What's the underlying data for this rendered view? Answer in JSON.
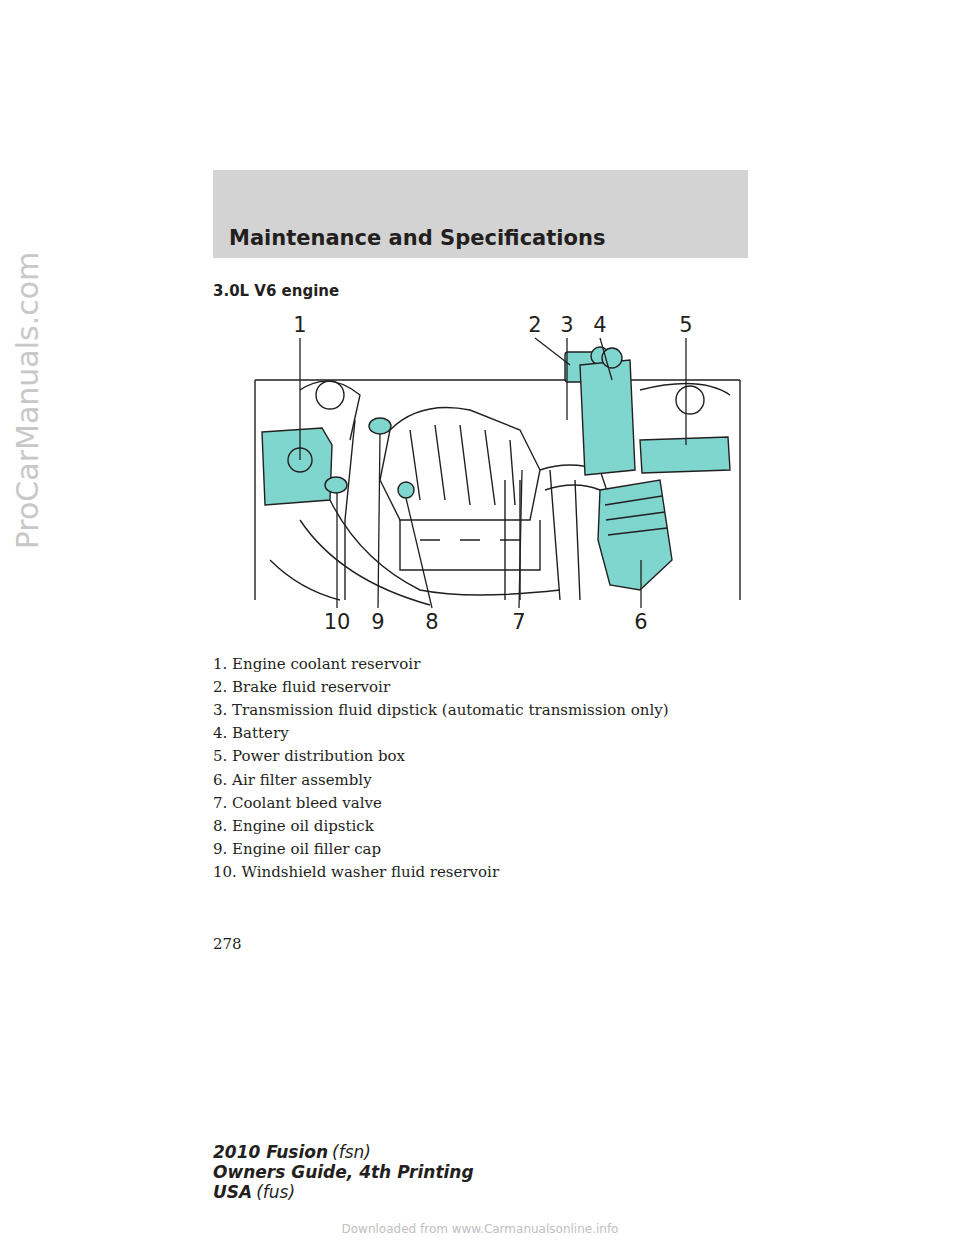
{
  "diagram": {
    "title": "Maintenance and Specifications",
    "labels": [
      "3.0L V6 engine",
      "1",
      "2",
      "3",
      "4",
      "5",
      "10",
      "9",
      "8",
      "7",
      "6",
      "1. Engine coolant reservoir",
      "2. Brake fluid reservoir",
      "3. Transmission fluid dipstick (automatic transmission only)",
      "4. Battery",
      "5. Power distribution box",
      "6. Air filter assembly",
      "7. Coolant bleed valve",
      "8. Engine oil dipstick",
      "9. Engine oil filler cap",
      "10. Windshield washer fluid reservoir",
      "278",
      "2010 Fusion",
      "(fsn)",
      "Owners Guide, 4th Printing",
      "USA",
      "(fus)",
      "ProCarManuals.com",
      "Downloaded from www.Carmanualsonline.info"
    ]
  }
}
